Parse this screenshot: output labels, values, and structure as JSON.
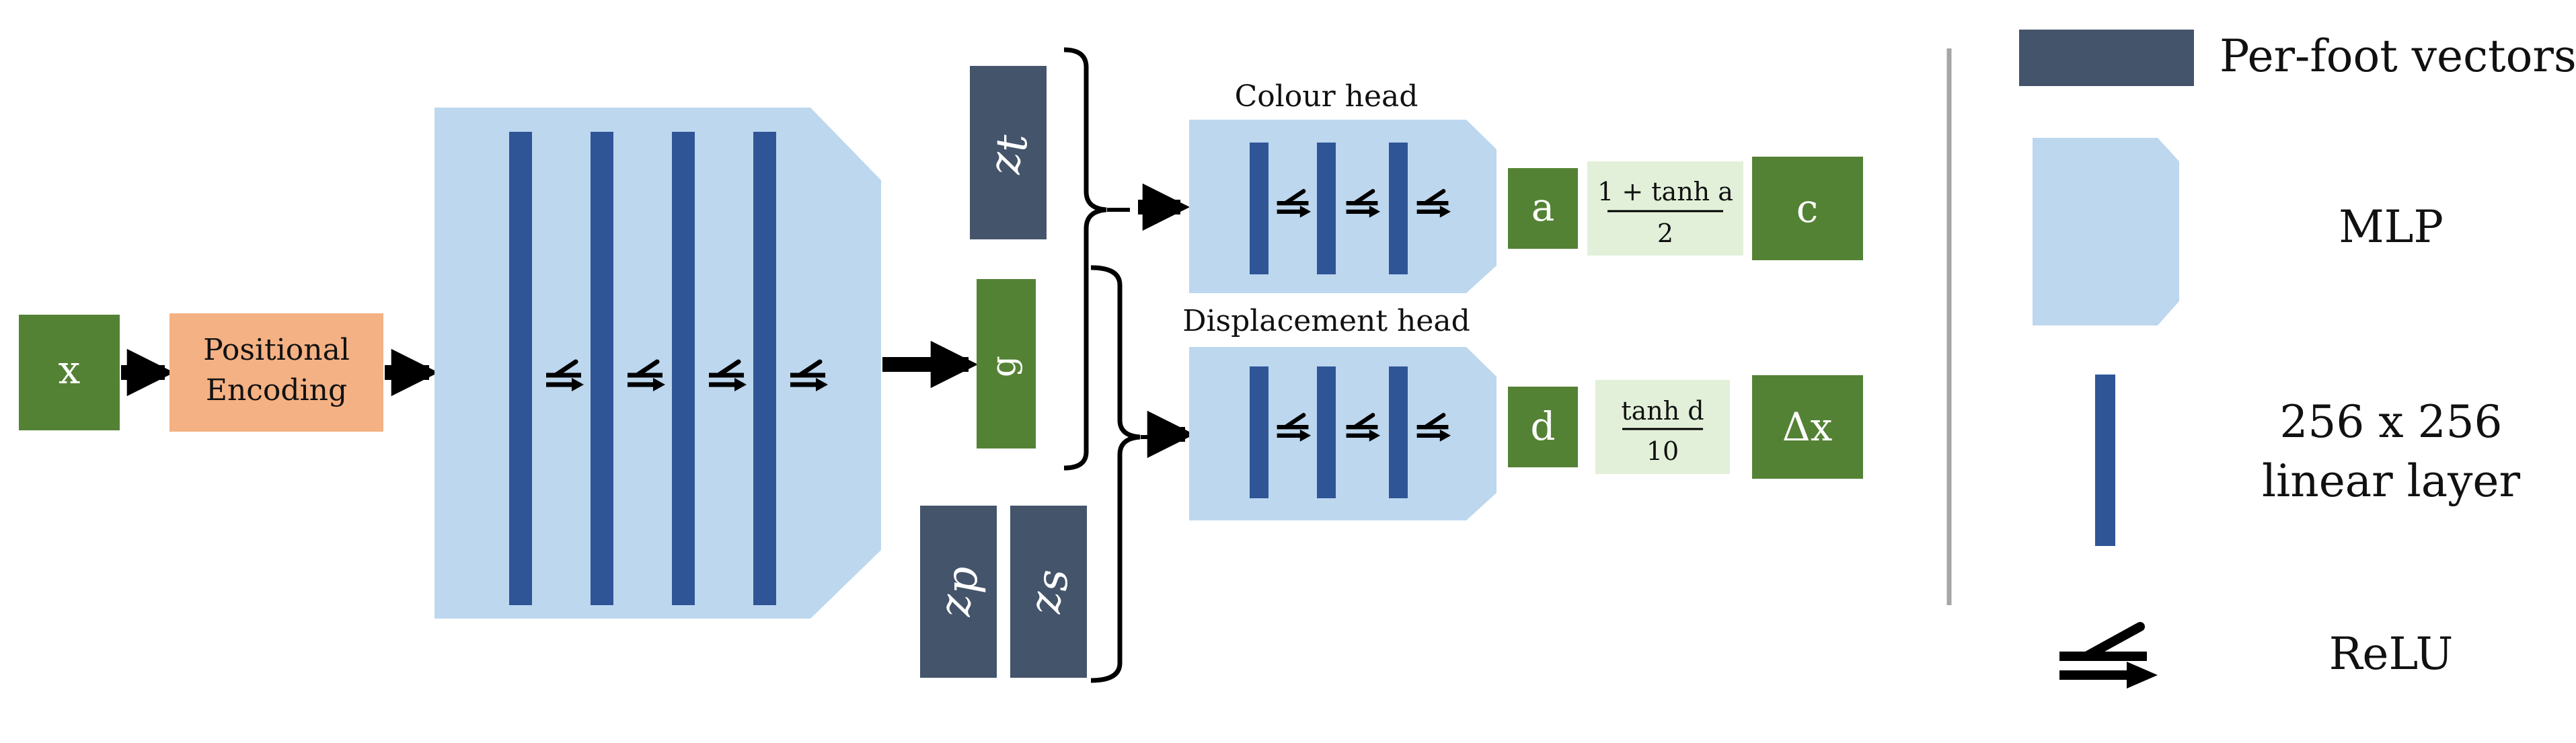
{
  "colors": {
    "green": "#548235",
    "orange": "#f4b183",
    "light_blue": "#bdd7ee",
    "dark_blue": "#2f5597",
    "slate": "#44546a",
    "pale_green": "#e2f0d9",
    "divider": "#a6a6a6",
    "arrow": "#000000"
  },
  "nodes": {
    "x": "x",
    "pos_enc_line1": "Positional",
    "pos_enc_line2": "Encoding",
    "g": "g",
    "zt_base": "z",
    "zt_sub": "t",
    "zp_base": "z",
    "zp_sub": "p",
    "zs_base": "z",
    "zs_sub": "s",
    "colour_head": "Colour head",
    "displacement_head": "Displacement head",
    "a": "a",
    "c": "c",
    "d": "d",
    "dx": "Δx",
    "colour_formula_num": "1 + tanh a",
    "colour_formula_den": "2",
    "disp_formula_num": "tanh d",
    "disp_formula_den": "10"
  },
  "legend": {
    "per_foot_vectors": "Per-foot vectors",
    "mlp": "MLP",
    "linear_line1": "256 x 256",
    "linear_line2": "linear layer",
    "relu": "ReLU"
  },
  "icons": {
    "relu": "relu-icon",
    "arrow": "arrow-right-icon",
    "brace": "curly-brace-icon"
  }
}
